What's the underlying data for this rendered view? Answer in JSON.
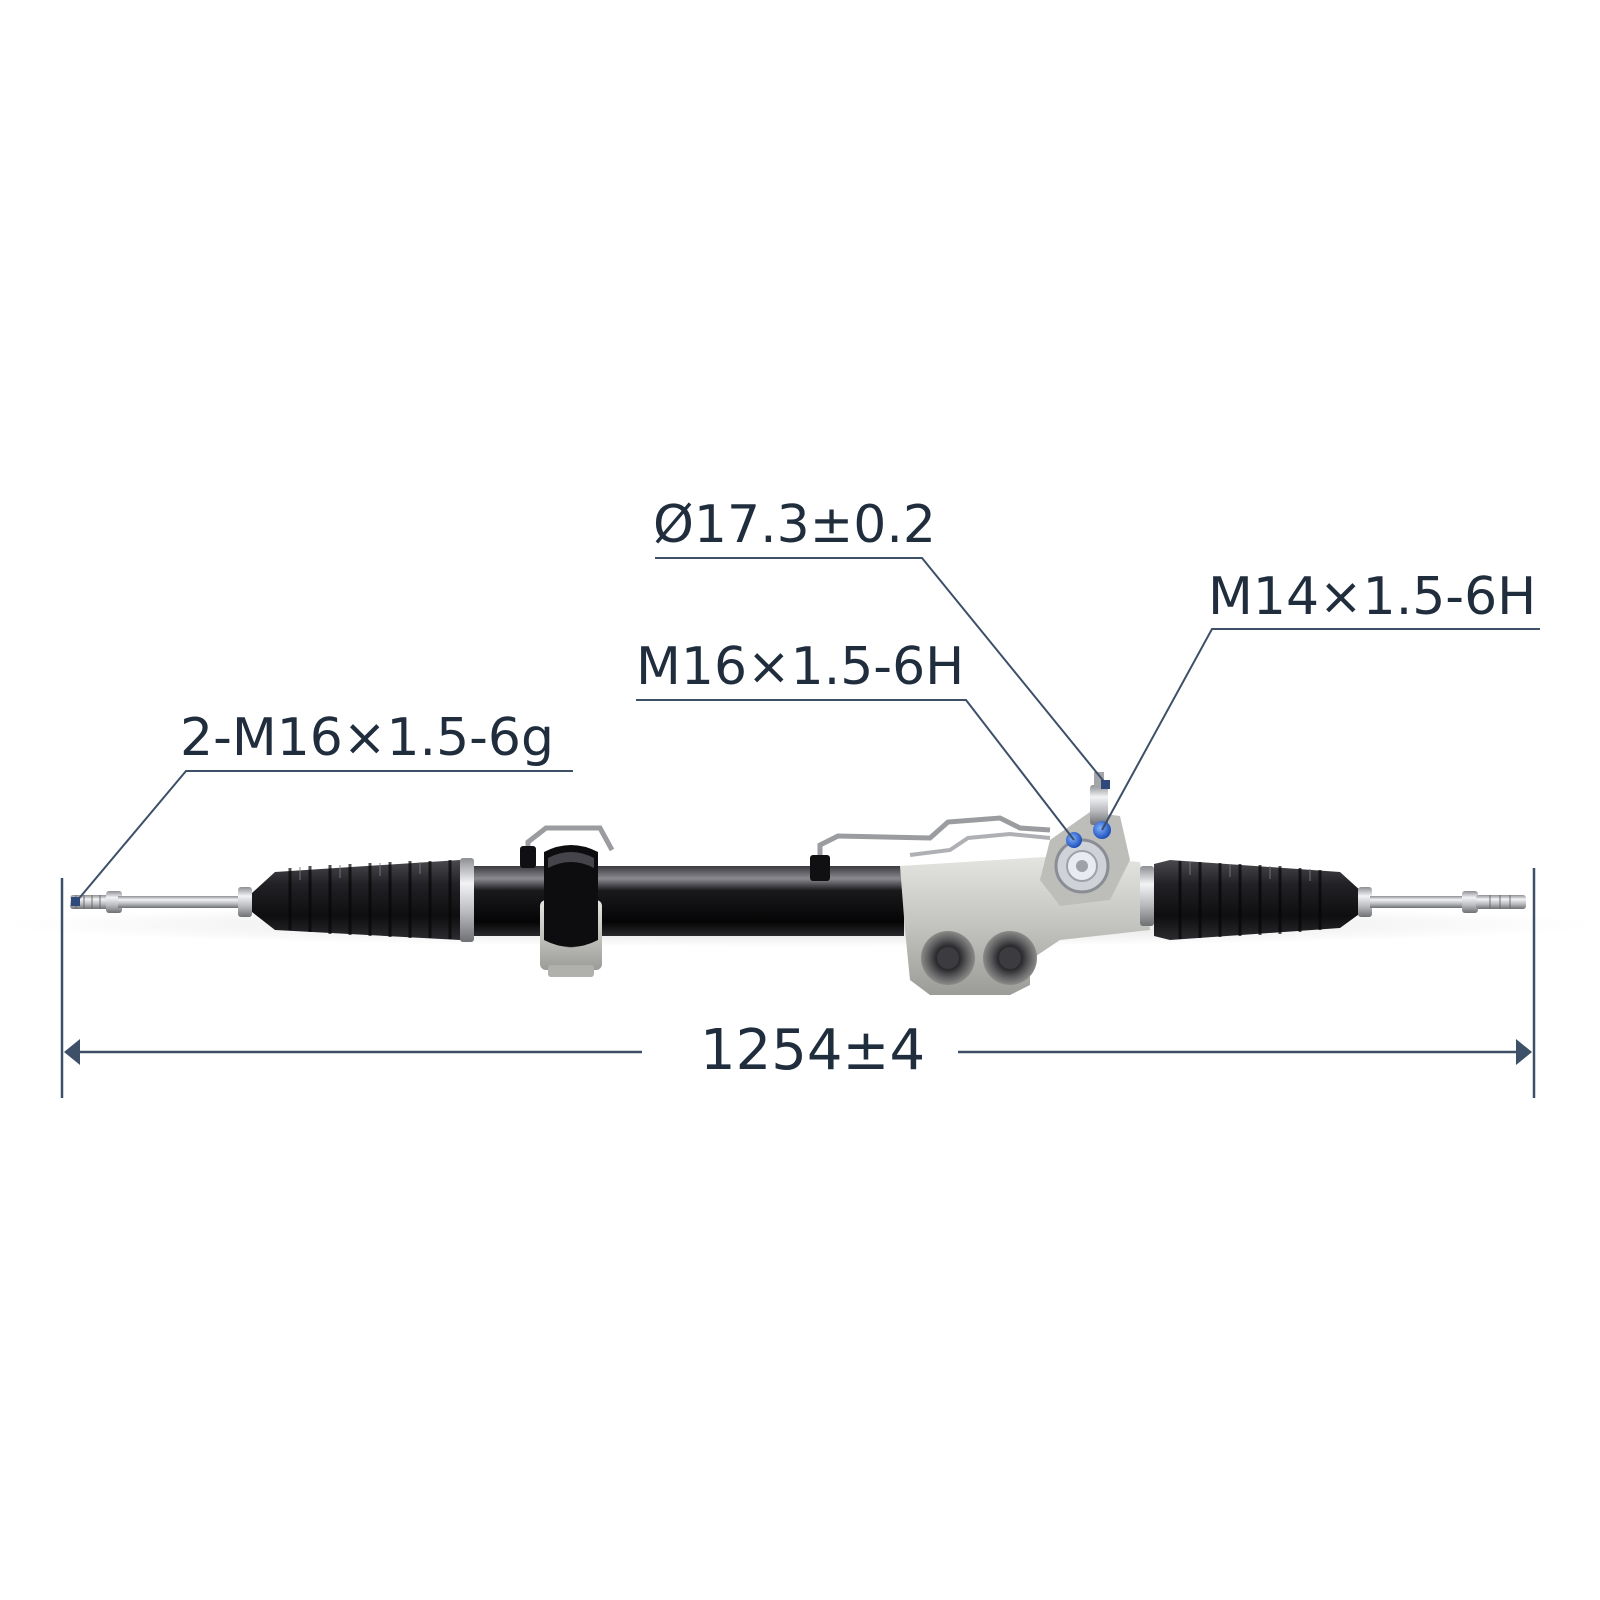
{
  "callouts": {
    "tie_rod_thread": "2-M16×1.5-6g",
    "inlet_port": "M16×1.5-6H",
    "pinion_diameter": "Ø17.3±0.2",
    "outlet_port": "M14×1.5-6H",
    "overall_length": "1254±4"
  },
  "colors": {
    "dimension_line": "#3d5068",
    "label_text": "#1f2d3d",
    "housing_black": "#0c0c0e",
    "bellows_black": "#1a1a1c",
    "aluminum": "#c9c9c6",
    "port_blue": "#2f6bd8"
  }
}
